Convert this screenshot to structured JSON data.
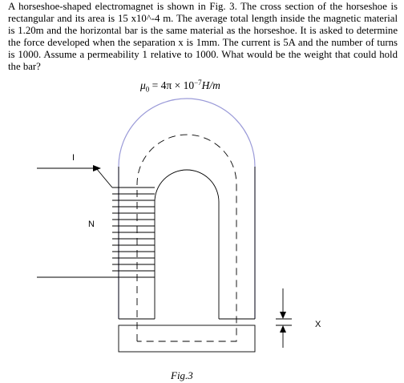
{
  "problem": {
    "text": "A horseshoe-shaped electromagnet is shown in Fig. 3. The cross section of the horseshoe is rectangular and its area is 15 x10^-4 m. The average total length inside the magnetic material is 1.20m and the horizontal bar is the same material as the horseshoe. It is asked to determine the force developed when the separation x is 1mm. The current is 5A and the number of turns is 1000. Assume a permeability 1 relative to 1000. What would be the weight that could hold the bar?"
  },
  "formula": {
    "symbol": "μ",
    "subscript": "0",
    "equals": "=",
    "coefficient": "4π × 10",
    "exponent": "−7",
    "unit": "H/m"
  },
  "figure": {
    "current_label": "I",
    "turns_label": "N",
    "gap_label": "X",
    "caption": "Fig.3"
  }
}
